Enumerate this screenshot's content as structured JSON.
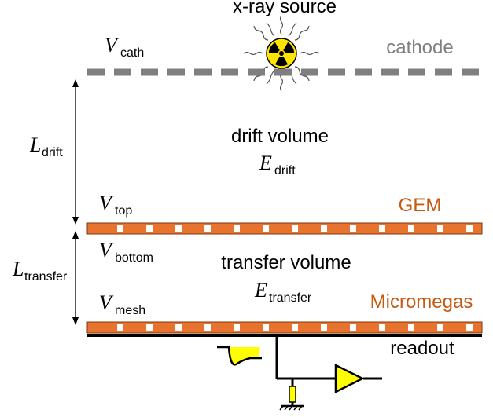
{
  "source": {
    "label": "x-ray source"
  },
  "cathode": {
    "label": "cathode",
    "voltage_symbol": "V",
    "voltage_sub": "cath"
  },
  "drift": {
    "label": "drift volume",
    "field_symbol": "E",
    "field_sub": "drift",
    "length_symbol": "L",
    "length_sub": "drift"
  },
  "gem": {
    "label": "GEM",
    "top_symbol": "V",
    "top_sub": "top",
    "bottom_symbol": "V",
    "bottom_sub": "bottom"
  },
  "transfer": {
    "label": "transfer volume",
    "field_symbol": "E",
    "field_sub": "transfer",
    "length_symbol": "L",
    "length_sub": "transfer"
  },
  "micromegas": {
    "label": "Micromegas",
    "mesh_symbol": "V",
    "mesh_sub": "mesh"
  },
  "readout": {
    "label": "readout"
  },
  "colors": {
    "electrode_orange": "#E8732E",
    "cathode_gray": "#7f7f7f",
    "label_orange": "#C55A11",
    "pulse_yellow": "#FFFF00",
    "amplifier_yellow": "#FFFF00"
  },
  "icons": [
    "radiation-icon",
    "amplifier-icon",
    "resistor-icon",
    "ground-icon",
    "pulse-icon"
  ]
}
